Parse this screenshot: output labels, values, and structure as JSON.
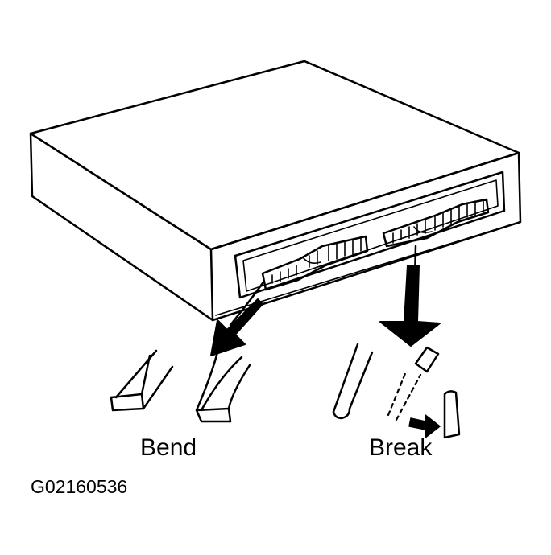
{
  "labels": {
    "bend": "Bend",
    "break": "Break",
    "figure_id": "G02160536"
  },
  "colors": {
    "ink": "#000000",
    "paper": "#ffffff"
  }
}
